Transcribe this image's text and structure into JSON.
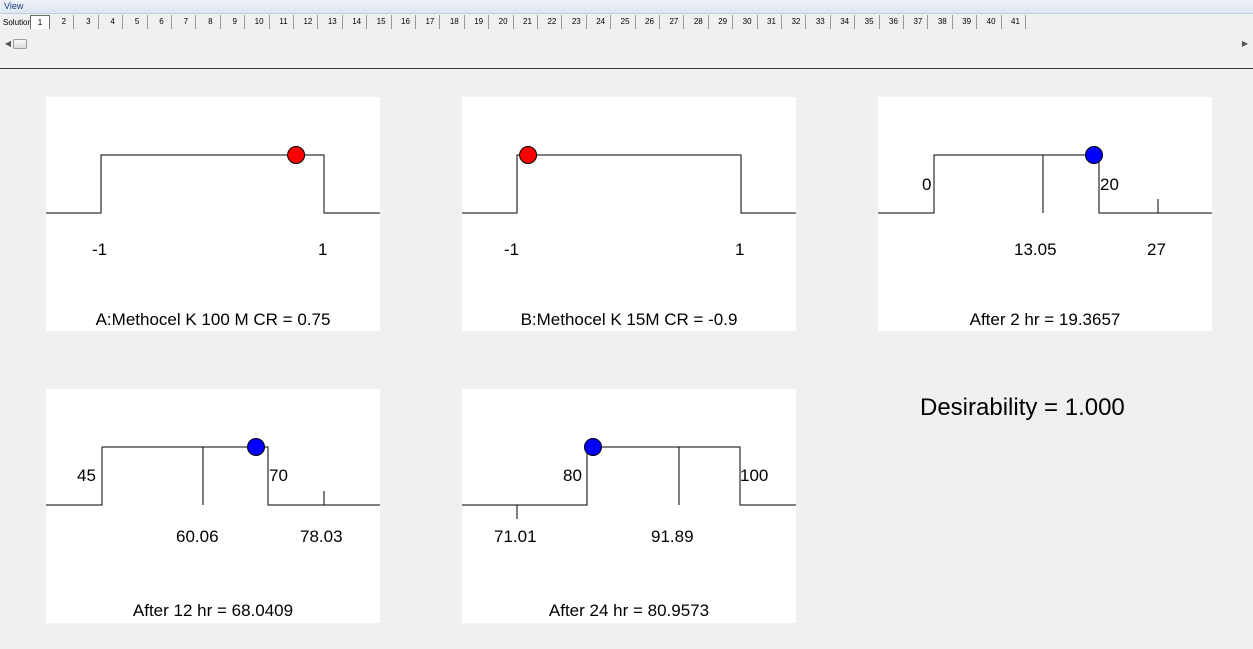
{
  "menubar": {
    "view_label": "View"
  },
  "solutions": {
    "label": "Solutions",
    "active_tab": "1",
    "tabs": [
      "1",
      "2",
      "3",
      "4",
      "5",
      "6",
      "7",
      "8",
      "9",
      "10",
      "11",
      "12",
      "13",
      "14",
      "15",
      "16",
      "17",
      "18",
      "19",
      "20",
      "21",
      "22",
      "23",
      "24",
      "25",
      "26",
      "27",
      "28",
      "29",
      "30",
      "31",
      "32",
      "33",
      "34",
      "35",
      "36",
      "37",
      "38",
      "39",
      "40",
      "41"
    ]
  },
  "colors": {
    "factor_dot": "#ff0000",
    "response_dot": "#0000ff",
    "panel_bg": "#ffffff",
    "window_bg": "#f0f0f0"
  },
  "panels": {
    "factor_a": {
      "type": "factor",
      "caption": "A:Methocel K 100 M CR = 0.75",
      "low_label": "-1",
      "high_label": "1",
      "value": 0.75,
      "low": -1,
      "high": 1
    },
    "factor_b": {
      "type": "factor",
      "caption": "B:Methocel K 15M CR = -0.9",
      "low_label": "-1",
      "high_label": "1",
      "value": -0.9,
      "low": -1,
      "high": 1
    },
    "after_2hr": {
      "type": "response",
      "caption": "After 2 hr = 19.3657",
      "goal_low_label": "0",
      "goal_high_label": "20",
      "mid_label": "13.05",
      "out_label": "27",
      "goal_low": 0,
      "goal_high": 20,
      "mid": 13.05,
      "out": 27,
      "value": 19.3657
    },
    "after_12hr": {
      "type": "response",
      "caption": "After 12 hr = 68.0409",
      "goal_low_label": "45",
      "goal_high_label": "70",
      "mid_label": "60.06",
      "out_label": "78.03",
      "goal_low": 45,
      "goal_high": 70,
      "mid": 60.06,
      "out": 78.03,
      "value": 68.0409
    },
    "after_24hr": {
      "type": "response",
      "caption": "After 24 hr = 80.9573",
      "goal_low_label": "80",
      "goal_high_label": "100",
      "mid_label": "91.89",
      "out_label": "71.01",
      "goal_low": 80,
      "goal_high": 100,
      "mid": 91.89,
      "out": 71.01,
      "value": 80.9573
    }
  },
  "desirability": {
    "text": "Desirability = 1.000"
  }
}
